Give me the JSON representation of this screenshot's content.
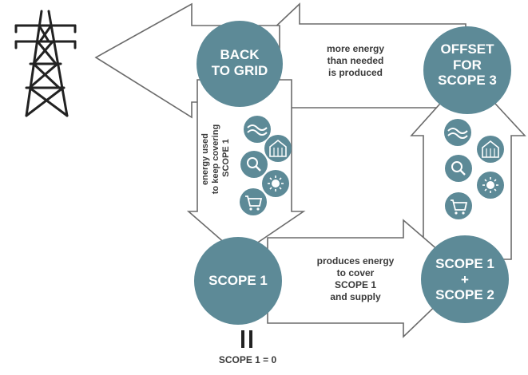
{
  "nodes": {
    "back_to_grid": "BACK\nTO GRID",
    "offset_scope3": "OFFSET\nFOR\nSCOPE 3",
    "scope1": "SCOPE 1",
    "scope12": "SCOPE 1\n+\nSCOPE 2"
  },
  "edges": {
    "top": "more energy\nthan needed\nis produced",
    "middle": "produces energy\nto cover\nSCOPE 1\nand supply",
    "left_vertical": "energy used\nto keep covering\nSCOPE 1"
  },
  "footer": {
    "equals_sign": "=",
    "result": "SCOPE 1 = 0"
  },
  "icons": [
    "wave-icon",
    "greenhouse-icon",
    "magnifier-icon",
    "sun-icon",
    "cart-icon"
  ],
  "colors": {
    "circle": "#5d8a97",
    "arrow_stroke": "#6b6b6b",
    "text": "#3a3a3a",
    "tower": "#222222"
  }
}
